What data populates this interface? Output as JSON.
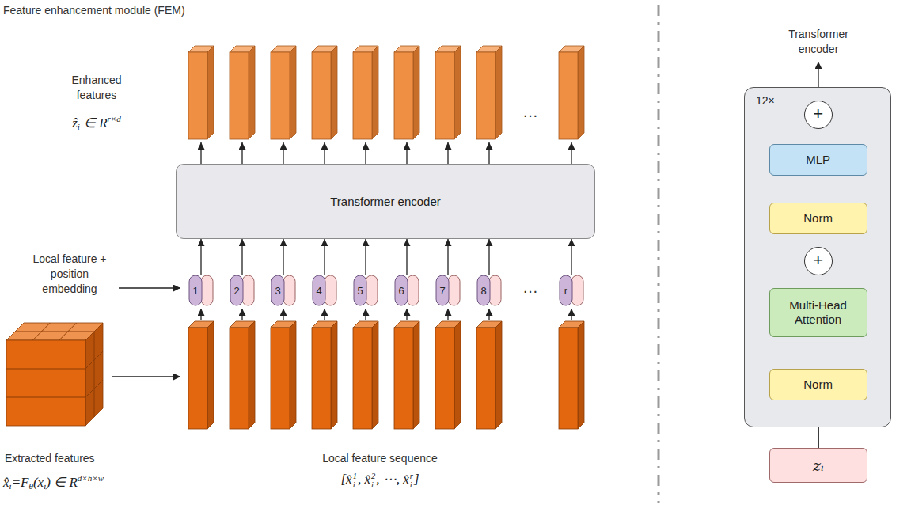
{
  "diagram": {
    "title": "Feature enhancement module (FEM)",
    "nodes": [
      {
        "text": [
          "Transformer encoder"
        ]
      },
      {
        "text": [
          "1"
        ]
      },
      {
        "text": [
          "2"
        ]
      },
      {
        "text": [
          "3"
        ]
      },
      {
        "text": [
          "4"
        ]
      },
      {
        "text": [
          "5"
        ]
      },
      {
        "text": [
          "6"
        ]
      },
      {
        "text": [
          "7"
        ]
      },
      {
        "text": [
          "8"
        ]
      },
      {
        "text": [
          "r"
        ]
      },
      {
        "text": [
          "12×"
        ]
      },
      {
        "text": [
          "+"
        ],
        "in": 10
      },
      {
        "text": [
          "MLP"
        ],
        "in": 10
      },
      {
        "text": [
          "Norm"
        ],
        "in": 10
      },
      {
        "text": [
          "+"
        ],
        "in": 10
      },
      {
        "text": [
          "Multi-Head Attention"
        ],
        "in": 10
      },
      {
        "text": [
          "Norm"
        ],
        "in": 10
      },
      {
        "text": [
          "zᵢ"
        ]
      }
    ],
    "edges": [
      {
        "from": 1,
        "to": 0,
        "arrow": "to"
      },
      {
        "from": 2,
        "to": 0,
        "arrow": "to"
      },
      {
        "from": 3,
        "to": 0,
        "arrow": "to"
      },
      {
        "from": 4,
        "to": 0,
        "arrow": "to"
      },
      {
        "from": 5,
        "to": 0,
        "arrow": "to"
      },
      {
        "from": 6,
        "to": 0,
        "arrow": "to"
      },
      {
        "from": 7,
        "to": 0,
        "arrow": "to"
      },
      {
        "from": 8,
        "to": 0,
        "arrow": "to"
      },
      {
        "from": 9,
        "to": 0,
        "arrow": "to"
      },
      {
        "from": 17,
        "to": 16,
        "arrow": "to"
      },
      {
        "from": 16,
        "to": 15,
        "arrow": "to"
      },
      {
        "from": 15,
        "to": 14,
        "arrow": "to"
      },
      {
        "from": 17,
        "to": 14,
        "arrow": "to"
      },
      {
        "from": 14,
        "to": 13,
        "arrow": "to"
      },
      {
        "from": 13,
        "to": 12,
        "arrow": "to"
      },
      {
        "from": 12,
        "to": 11,
        "arrow": "to"
      },
      {
        "from": 14,
        "to": 11,
        "arrow": "to"
      }
    ],
    "labels": [
      "Enhanced features",
      "ẑ",
      "i",
      "∈ R",
      "r×d",
      "…",
      "Local feature + position embedding",
      "…",
      "Extracted features",
      "x̂",
      "i",
      "=F",
      "θ",
      "(x",
      "i",
      ") ∈ R",
      "d×h×w",
      "Local feature sequence",
      "[x̂",
      "1",
      "i",
      ", x̂",
      "2",
      "i",
      ", ⋯, x̂",
      "r",
      "i",
      "]",
      "Transformer encoder"
    ]
  }
}
